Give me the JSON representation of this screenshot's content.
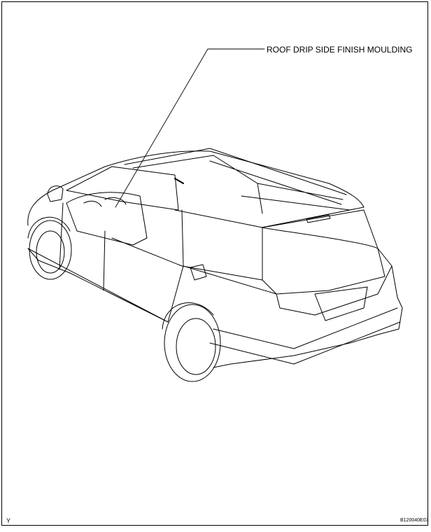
{
  "diagram": {
    "callout_label": "ROOF DRIP SIDE FINISH MOULDING",
    "corner_mark": "Y",
    "figure_code": "B120040E03"
  }
}
